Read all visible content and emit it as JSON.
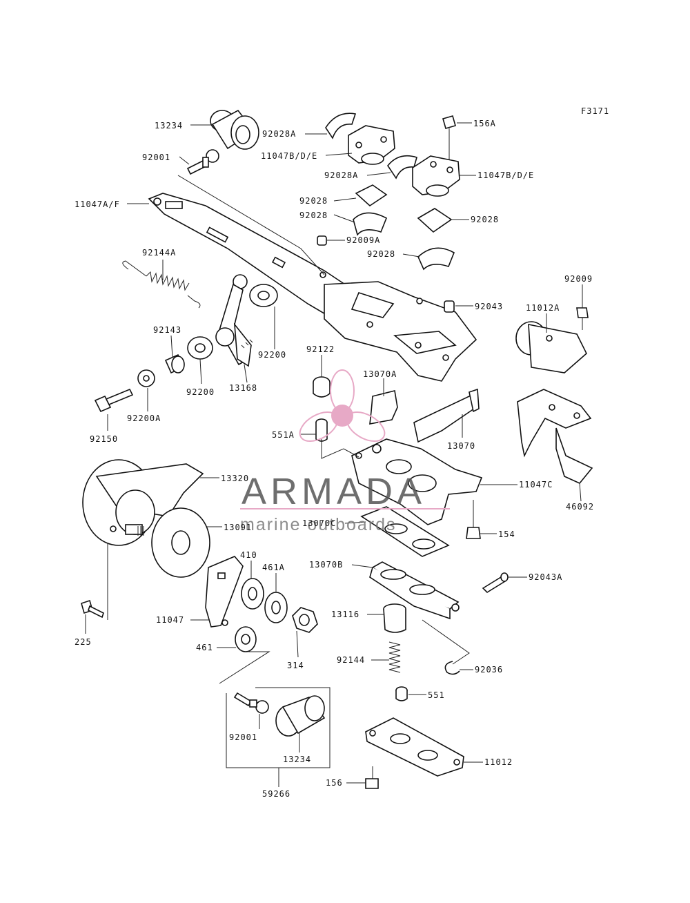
{
  "figure_code": "F3171",
  "watermark": {
    "brand": "ARMADA",
    "tagline": "marine outboards",
    "accent_color": "#e7a9c6",
    "text_color": "#555555"
  },
  "parts": [
    {
      "id": "13234_top",
      "label": "13234"
    },
    {
      "id": "92028A_a",
      "label": "92028A"
    },
    {
      "id": "11047BDE_a",
      "label": "11047B/D/E"
    },
    {
      "id": "156A",
      "label": "156A"
    },
    {
      "id": "92001_top",
      "label": "92001"
    },
    {
      "id": "92028A_b",
      "label": "92028A"
    },
    {
      "id": "11047BDE_b",
      "label": "11047B/D/E"
    },
    {
      "id": "11047AF",
      "label": "11047A/F"
    },
    {
      "id": "92028_a",
      "label": "92028"
    },
    {
      "id": "92028_b",
      "label": "92028"
    },
    {
      "id": "92028_c",
      "label": "92028"
    },
    {
      "id": "92009A",
      "label": "92009A"
    },
    {
      "id": "92028_d",
      "label": "92028"
    },
    {
      "id": "92144A",
      "label": "92144A"
    },
    {
      "id": "92009",
      "label": "92009"
    },
    {
      "id": "92043",
      "label": "92043"
    },
    {
      "id": "11012A",
      "label": "11012A"
    },
    {
      "id": "92143",
      "label": "92143"
    },
    {
      "id": "92200_r",
      "label": "92200"
    },
    {
      "id": "92122",
      "label": "92122"
    },
    {
      "id": "13168",
      "label": "13168"
    },
    {
      "id": "92200_l",
      "label": "92200"
    },
    {
      "id": "13070A",
      "label": "13070A"
    },
    {
      "id": "92200A",
      "label": "92200A"
    },
    {
      "id": "92150",
      "label": "92150"
    },
    {
      "id": "551A",
      "label": "551A"
    },
    {
      "id": "13070",
      "label": "13070"
    },
    {
      "id": "13320",
      "label": "13320"
    },
    {
      "id": "11047C",
      "label": "11047C"
    },
    {
      "id": "46092",
      "label": "46092"
    },
    {
      "id": "13091",
      "label": "13091"
    },
    {
      "id": "13070C",
      "label": "13070C"
    },
    {
      "id": "154",
      "label": "154"
    },
    {
      "id": "410",
      "label": "410"
    },
    {
      "id": "461A",
      "label": "461A"
    },
    {
      "id": "13070B",
      "label": "13070B"
    },
    {
      "id": "92043A",
      "label": "92043A"
    },
    {
      "id": "225",
      "label": "225"
    },
    {
      "id": "11047",
      "label": "11047"
    },
    {
      "id": "13116",
      "label": "13116"
    },
    {
      "id": "461",
      "label": "461"
    },
    {
      "id": "314",
      "label": "314"
    },
    {
      "id": "92144",
      "label": "92144"
    },
    {
      "id": "92036",
      "label": "92036"
    },
    {
      "id": "551",
      "label": "551"
    },
    {
      "id": "92001_bot",
      "label": "92001"
    },
    {
      "id": "13234_bot",
      "label": "13234"
    },
    {
      "id": "11012",
      "label": "11012"
    },
    {
      "id": "156",
      "label": "156"
    },
    {
      "id": "59266",
      "label": "59266"
    }
  ]
}
